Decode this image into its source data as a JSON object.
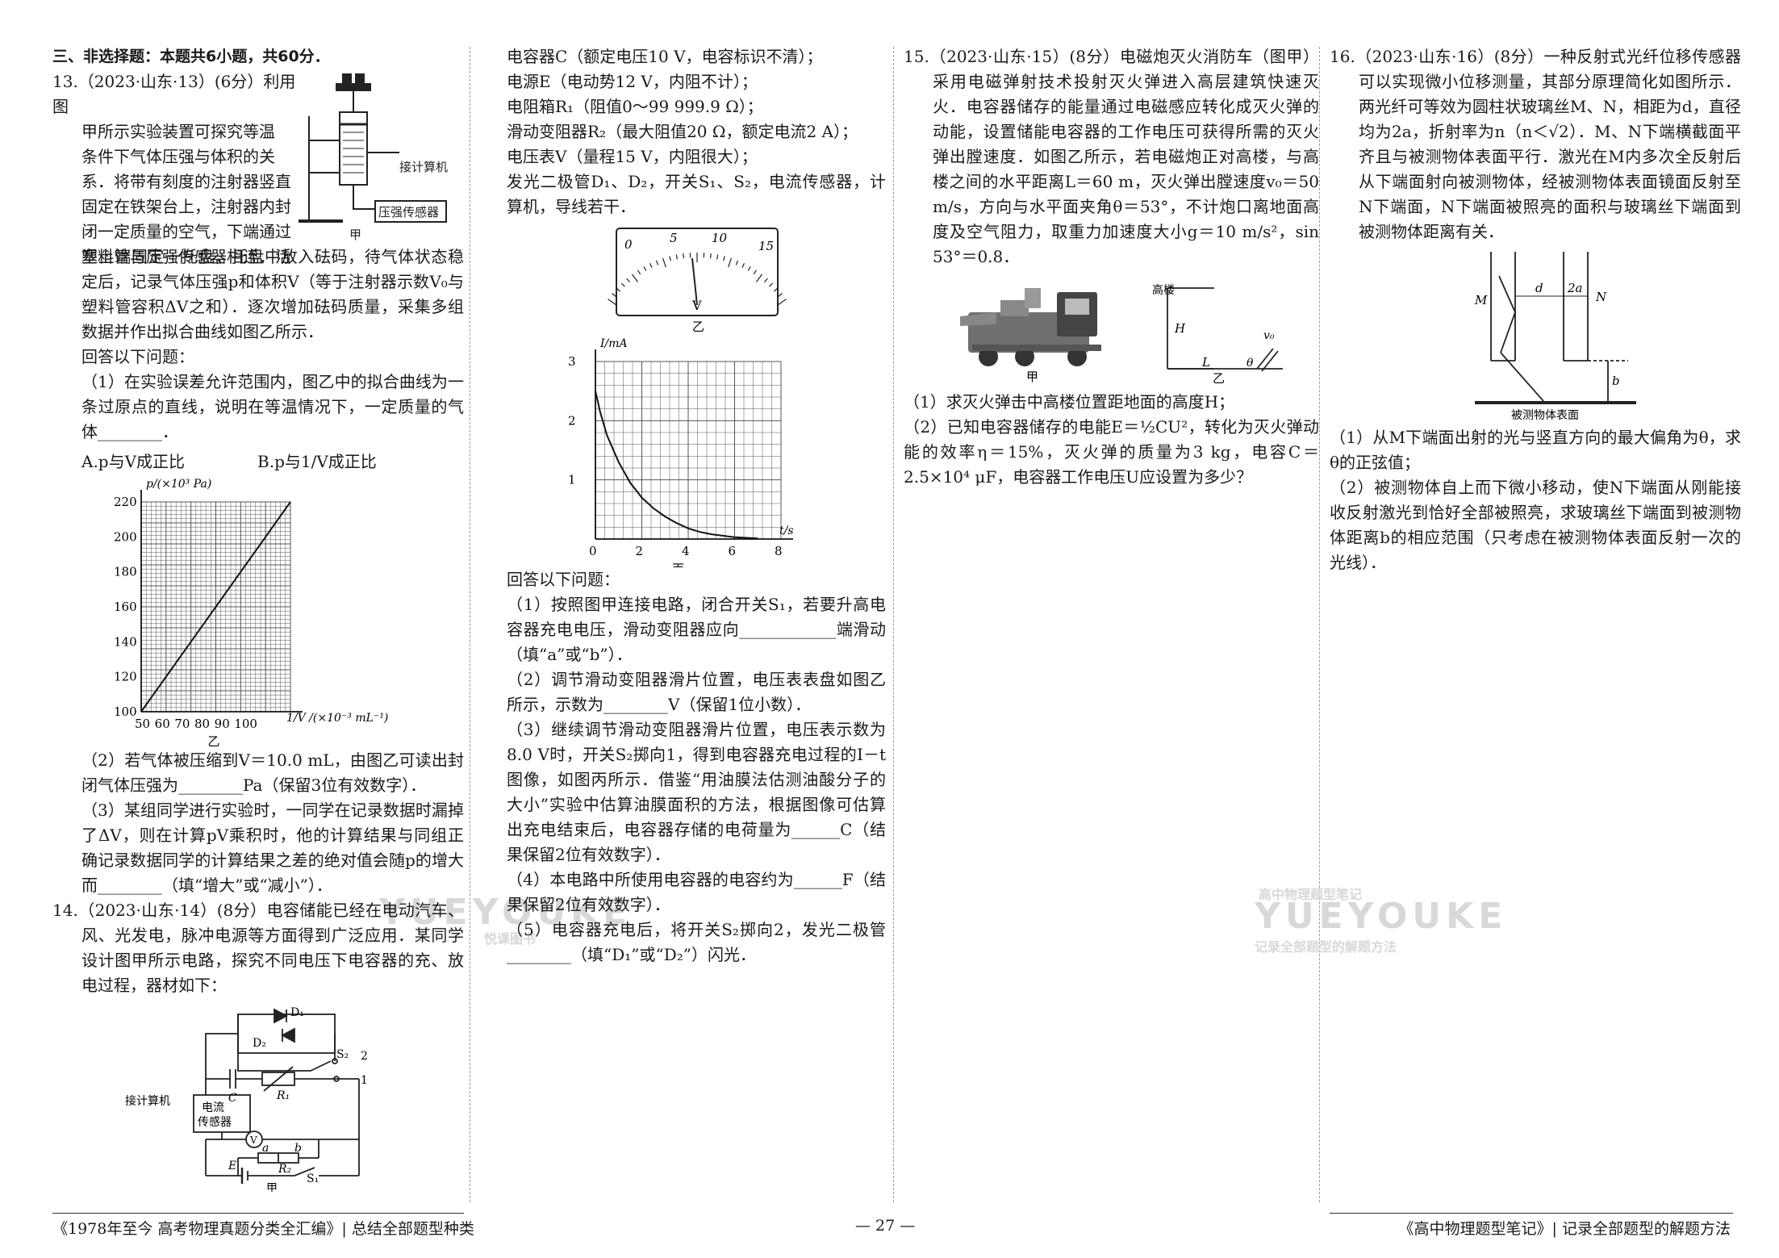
{
  "section_header": "三、非选择题：本题共6小题，共60分．",
  "q13": {
    "lines": [
      "13.（2023·山东·13）(6分）利用图",
      "甲所示实验装置可探究等温",
      "条件下气体压强与体积的关",
      "系．将带有刻度的注射器竖直",
      "固定在铁架台上，注射器内封",
      "闭一定质量的空气，下端通过",
      "塑料管与压强传感器相连．活"
    ],
    "body": "塞上端固定一托盘，托盘中放入砝码，待气体状态稳定后，记录气体压强p和体积V（等于注射器示数V₀与塑料管容积ΔV之和）．逐次增加砝码质量，采集多组数据并作出拟合曲线如图乙所示．",
    "answer_intro": "回答以下问题：",
    "q1": "（1）在实验误差允许范围内，图乙中的拟合曲线为一条过原点的直线，说明在等温情况下，一定质量的气体________．",
    "optA": "A.p与V成正比",
    "optB": "B.p与1/V成正比",
    "fig_label_jia": "甲",
    "fig_connect": "接计算机",
    "fig_sensor": "压强传感器",
    "q2": "（2）若气体被压缩到V＝10.0 mL，由图乙可读出封闭气体压强为________Pa（保留3位有效数字）．",
    "q3": "（3）某组同学进行实验时，一同学在记录数据时漏掉了ΔV，则在计算pV乘积时，他的计算结果与同组正确记录数据同学的计算结果之差的绝对值会随p的增大而________（填“增大”或“减小”）．"
  },
  "q14": {
    "body": "14.（2023·山东·14）(8分）电容储能已经在电动汽车、风、光发电，脉冲电源等方面得到广泛应用．某同学设计图甲所示电路，探究不同电压下电容器的充、放电过程，器材如下：",
    "circuit": {
      "label": "甲",
      "connect": "接计算机",
      "sensor1": "电流",
      "sensor2": "传感器",
      "d1": "D₁",
      "d2": "D₂",
      "s2": "S₂",
      "s1": "S₁",
      "c": "C",
      "r1": "R₁",
      "r2": "R₂",
      "e": "E",
      "v": "V",
      "a": "a",
      "b": "b",
      "n1": "1",
      "n2": "2"
    },
    "equipment": [
      "电容器C（额定电压10 V，电容标识不清）；",
      "电源E（电动势12 V，内阻不计）；",
      "电阻箱R₁（阻值0～99 999.9 Ω）；",
      "滑动变阻器R₂（最大阻值20 Ω，额定电流2 A）；",
      "电压表V（量程15 V，内阻很大）；",
      "发光二极管D₁、D₂，开关S₁、S₂，电流传感器，计算机，导线若干．"
    ],
    "meter": {
      "label": "乙",
      "ticks": [
        "0",
        "5",
        "10",
        "15"
      ],
      "unit": "V"
    },
    "graph_caption": "丙",
    "answer_intro": "回答以下问题：",
    "questions": [
      "（1）按照图甲连接电路，闭合开关S₁，若要升高电容器充电电压，滑动变阻器应向____________端滑动（填“a”或“b”）．",
      "（2）调节滑动变阻器滑片位置，电压表表盘如图乙所示，示数为________V（保留1位小数）．",
      "（3）继续调节滑动变阻器滑片位置，电压表示数为8.0 V时，开关S₂掷向1，得到电容器充电过程的I－t图像，如图丙所示．借鉴“用油膜法估测油酸分子的大小”实验中估算油膜面积的方法，根据图像可估算出充电结束后，电容器存储的电荷量为______C（结果保留2位有效数字）．",
      "（4）本电路中所使用电容器的电容约为______F（结果保留2位有效数字）．",
      "（5）电容器充电后，将开关S₂掷向2，发光二极管________（填“D₁”或“D₂”）闪光．"
    ]
  },
  "q15": {
    "body": "15.（2023·山东·15）(8分）电磁炮灭火消防车（图甲）采用电磁弹射技术投射灭火弹进入高层建筑快速灭火．电容器储存的能量通过电磁感应转化成灭火弹的动能，设置储能电容器的工作电压可获得所需的灭火弹出膛速度．如图乙所示，若电磁炮正对高楼，与高楼之间的水平距离L＝60 m，灭火弹出膛速度v₀＝50 m/s，方向与水平面夹角θ＝53°，不计炮口离地面高度及空气阻力，取重力加速度大小g＝10 m/s²，sin 53°＝0.8．",
    "fig_jia": "甲",
    "fig_yi": "乙",
    "fig_gaolou": "高楼",
    "fig_H": "H",
    "fig_L": "L",
    "fig_theta": "θ",
    "fig_v0": "v₀",
    "q1": "（1）求灭火弹击中高楼位置距地面的高度H；",
    "q2": "（2）已知电容器储存的电能E＝½CU²，转化为灭火弹动能的效率η＝15%，灭火弹的质量为3 kg，电容C＝2.5×10⁴ μF，电容器工作电压U应设置为多少？"
  },
  "q16": {
    "body": "16.（2023·山东·16）(8分）一种反射式光纤位移传感器可以实现微小位移测量，其部分原理简化如图所示．两光纤可等效为圆柱状玻璃丝M、N，相距为d，直径均为2a，折射率为n（n＜√2）．M、N下端横截面平齐且与被测物体表面平行．激光在M内多次全反射后从下端面射向被测物体，经被测物体表面镜面反射至N下端面，N下端面被照亮的面积与玻璃丝下端面到被测物体距离有关．",
    "fig": {
      "M": "M",
      "N": "N",
      "d": "d",
      "a2": "2a",
      "b": "b",
      "surface": "被测物体表面"
    },
    "q1": "（1）从M下端面出射的光与竖直方向的最大偏角为θ，求θ的正弦值；",
    "q2": "（2）被测物体自上而下微小移动，使N下端面从刚能接收反射激光到恰好全部被照亮，求玻璃丝下端面到被测物体距离b的相应范围（只考虑在被测物体表面反射一次的光线）．"
  },
  "chart_data": [
    {
      "type": "line",
      "caption": "乙",
      "ylabel": "p/(×10³ Pa)",
      "xlabel": "1/V /(×10⁻³ mL⁻¹)",
      "xlim": [
        50,
        125
      ],
      "ylim": [
        100,
        220
      ],
      "xticks": [
        50,
        60,
        70,
        80,
        90,
        100
      ],
      "yticks": [
        100,
        120,
        140,
        160,
        180,
        200,
        220
      ],
      "grid": true,
      "x": [
        50,
        125
      ],
      "y": [
        100,
        220
      ]
    },
    {
      "type": "line",
      "caption": "丙",
      "ylabel": "I/mA",
      "xlabel": "t/s",
      "xlim": [
        0,
        8
      ],
      "ylim": [
        0,
        3
      ],
      "xticks": [
        0,
        2,
        4,
        6,
        8
      ],
      "yticks": [
        1,
        2,
        3
      ],
      "grid": true,
      "x": [
        0,
        0.2,
        0.5,
        1,
        1.5,
        2,
        2.5,
        3,
        3.5,
        4,
        4.5,
        5,
        6,
        7
      ],
      "y": [
        2.5,
        2.15,
        1.75,
        1.3,
        0.95,
        0.7,
        0.52,
        0.38,
        0.27,
        0.18,
        0.12,
        0.08,
        0.03,
        0.01
      ]
    }
  ],
  "watermark": {
    "brand": "YUEYOUKE",
    "slogan": "高中物理题型笔记",
    "sub": "记录全部题型的解题方法",
    "left_sub": "悦课图书"
  },
  "footer": {
    "left": "《1978年至今 高考物理真题分类全汇编》| 总结全部题型种类",
    "center": "— 27 —",
    "right": "《高中物理题型笔记》| 记录全部题型的解题方法"
  }
}
